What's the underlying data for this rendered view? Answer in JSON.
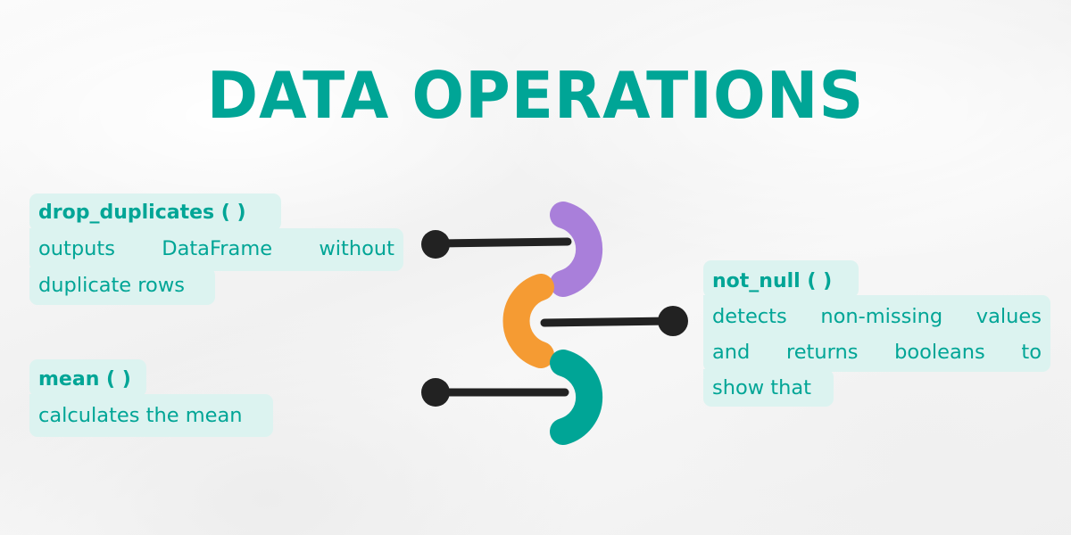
{
  "title": "DATA OPERATIONS",
  "colors": {
    "accent": "#00a596",
    "highlight": "#dcf3f0",
    "purple": "#a97fda",
    "orange": "#f59b33",
    "teal": "#00a596",
    "connector": "#222222"
  },
  "operations": [
    {
      "name": "drop_duplicates ( )",
      "description_lines": [
        [
          "outputs",
          "DataFrame",
          "without"
        ],
        [
          "duplicate rows"
        ]
      ],
      "connector_color": "purple"
    },
    {
      "name": "not_null ( )",
      "description_lines": [
        [
          "detects",
          "non-missing",
          "values"
        ],
        [
          "and",
          "returns",
          "booleans",
          "to"
        ],
        [
          "show that"
        ]
      ],
      "connector_color": "orange"
    },
    {
      "name": "mean ( )",
      "description_lines": [
        [
          "calculates the mean"
        ]
      ],
      "connector_color": "teal"
    }
  ]
}
